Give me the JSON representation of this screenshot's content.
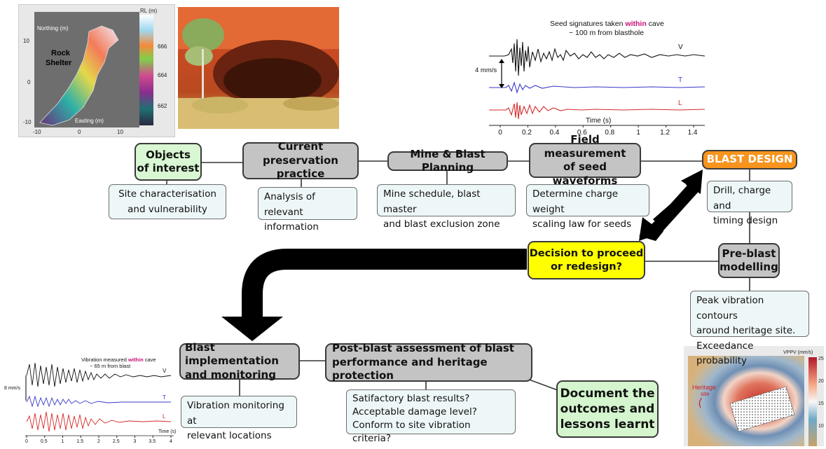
{
  "map_panel": {
    "title": "RL (m)",
    "northing": "Northing (m)",
    "easting": "Easting (m)",
    "label_line1": "Rock",
    "label_line2": "Shelter",
    "y_ticks": [
      "10",
      "0",
      "-10"
    ],
    "x_ticks": [
      "-10",
      "0",
      "10"
    ],
    "colorbar_ticks": [
      "666",
      "664",
      "662"
    ]
  },
  "seed_chart": {
    "title_pre": "Seed signatures taken ",
    "title_em": "within",
    "title_post": " cave",
    "subtitle": "~ 100 m from blasthole",
    "scale_label": "4 mm/s",
    "xlabel": "Time (s)",
    "series_labels": [
      "V",
      "T",
      "L"
    ],
    "x_ticks": [
      "0",
      "0.2",
      "0.4",
      "0.6",
      "0.8",
      "1",
      "1.2",
      "1.4"
    ]
  },
  "vib_chart": {
    "title_pre": "Vibration measured ",
    "title_em": "within",
    "title_post": " cave",
    "subtitle": "~ 65 m from blast",
    "scale_label": "8 mm/s",
    "xlabel": "Time (s)",
    "series_labels": [
      "V",
      "T",
      "L"
    ],
    "x_ticks": [
      "0",
      "0.5",
      "1",
      "1.5",
      "2",
      "2.5",
      "3",
      "3.5",
      "4"
    ]
  },
  "vppv_map": {
    "title": "VPPV (mm/s)",
    "heritage_line1": "Heritage",
    "heritage_line2": "site",
    "colorbar_ticks": [
      "25",
      "20",
      "15",
      "10"
    ]
  },
  "nodes": {
    "objects": [
      "Objects",
      "of interest"
    ],
    "preservation": [
      "Current preservation",
      "practice"
    ],
    "mine_planning": "Mine & Blast Planning",
    "field_measure": [
      "Field measurement",
      "of seed waveforms"
    ],
    "blast_design": "BLAST DESIGN",
    "decision": [
      "Decision to proceed",
      "or redesign?"
    ],
    "pre_blast": [
      "Pre-blast",
      "modelling"
    ],
    "implementation": [
      "Blast implementation",
      "and monitoring"
    ],
    "post_blast": [
      "Post-blast assessment of blast",
      "performance and heritage protection"
    ],
    "document": [
      "Document the",
      "outcomes and",
      "lessons learnt"
    ]
  },
  "notes": {
    "site": [
      "Site characterisation",
      "and vulnerability"
    ],
    "analysis": [
      "Analysis of relevant",
      "information"
    ],
    "schedule": [
      "Mine schedule, blast master",
      "and blast exclusion zone"
    ],
    "charge": [
      "Determine charge weight",
      "scaling law for seeds"
    ],
    "drill": [
      "Drill, charge and",
      "timing design"
    ],
    "contours": [
      "Peak vibration contours",
      "around heritage site.",
      "Exceedance probability"
    ],
    "monitoring": [
      "Vibration monitoring at",
      "relevant locations"
    ],
    "questions": [
      "Satifactory blast results?",
      "Acceptable damage level?",
      "Conform to site vibration criteria?"
    ]
  },
  "colors": {
    "node_grey": "#c4c4c4",
    "node_green": "#d9f7d2",
    "blast_design": "#f7941d",
    "decision": "#ffff00",
    "note_bg": "#eef7f8",
    "highlight": "#c8107a"
  }
}
